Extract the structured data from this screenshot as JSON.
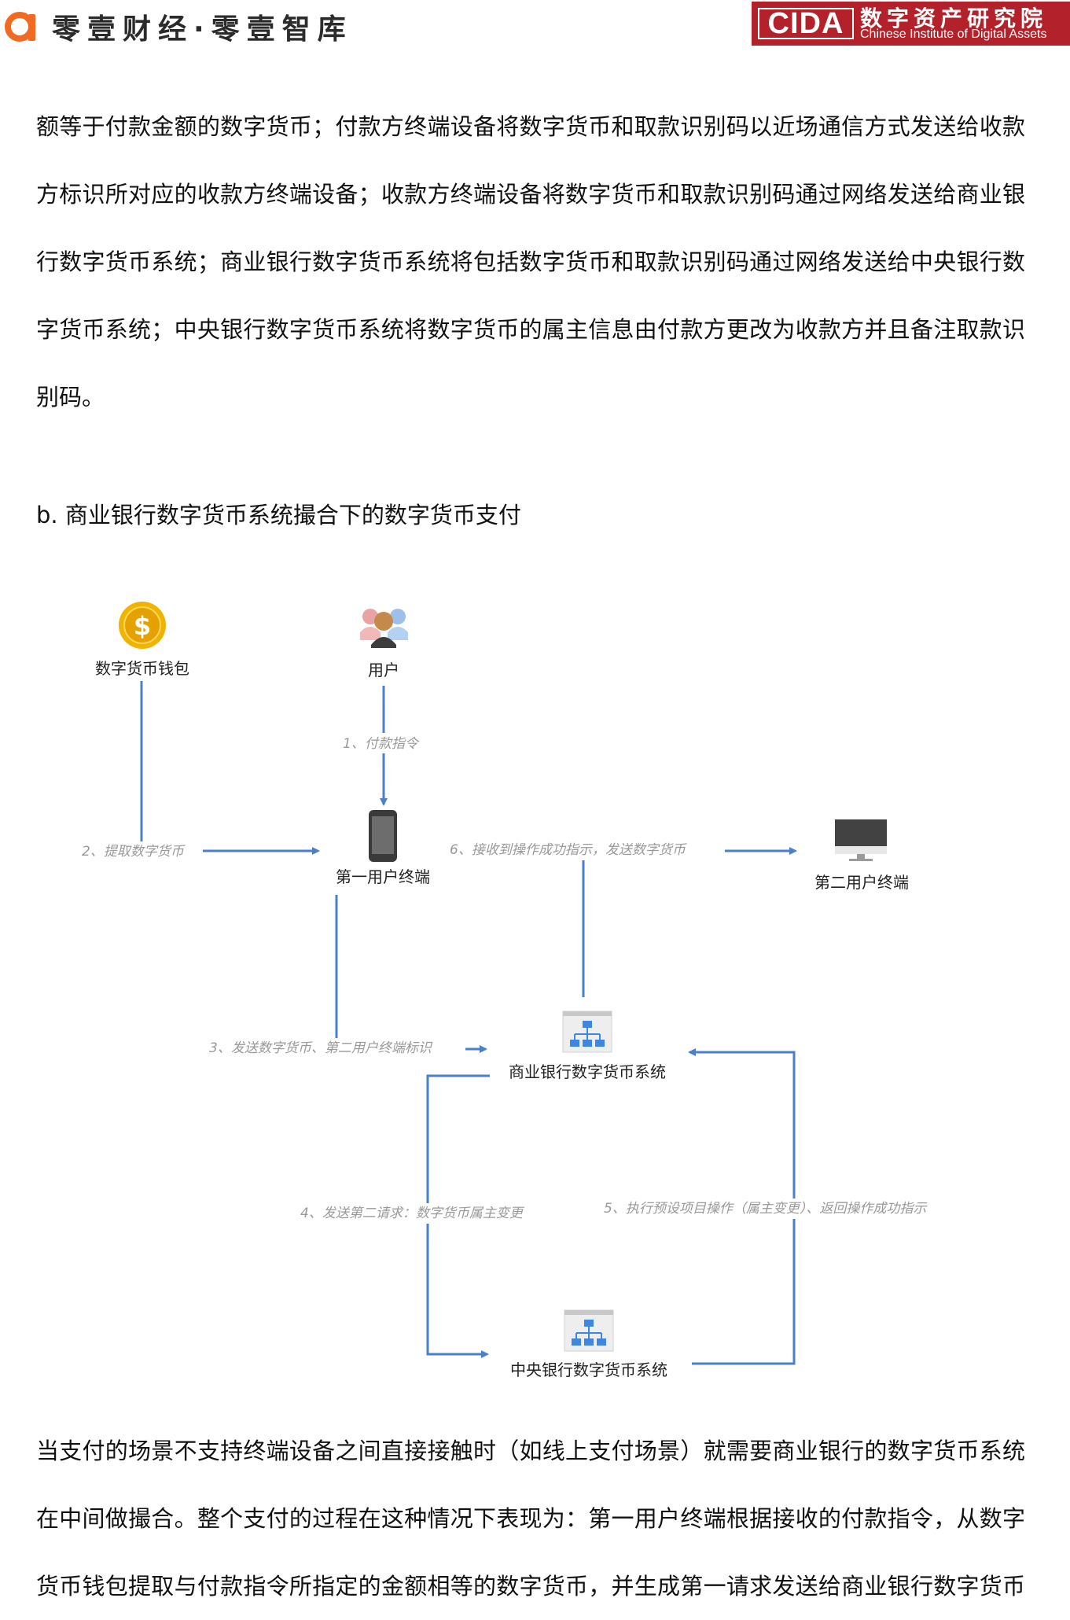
{
  "header": {
    "brand_name": "零壹财经·零壹智库",
    "partner_logo_text": "CIDA",
    "partner_name_cn": "数字资产研究院",
    "partner_name_en": "Chinese Institute of Digital Assets"
  },
  "intro_lines": [
    "额等于付款金额的数字货币；付款方终端设备将数字货币和取款识别码以近场通信方式发送给收款",
    "方标识所对应的收款方终端设备；收款方终端设备将数字货币和取款识别码通过网络发送给商业银",
    "行数字货币系统；商业银行数字货币系统将包括数字货币和取款识别码通过网络发送给中央银行数",
    "字货币系统；中央银行数字货币系统将数字货币的属主信息由付款方更改为收款方并且备注取款识",
    "别码。"
  ],
  "section_title": "b. 商业银行数字货币系统撮合下的数字货币支付",
  "diagram": {
    "nodes": {
      "wallet": {
        "label": "数字货币钱包",
        "icon": "dollar-coin-icon"
      },
      "user": {
        "label": "用户",
        "icon": "users-icon"
      },
      "first_terminal": {
        "label": "第一用户终端",
        "icon": "smartphone-icon"
      },
      "second_terminal": {
        "label": "第二用户终端",
        "icon": "monitor-icon"
      },
      "commercial_bank": {
        "label": "商业银行数字货币系统",
        "icon": "network-icon"
      },
      "central_bank": {
        "label": "中央银行数字货币系统",
        "icon": "network-icon"
      }
    },
    "steps": {
      "s1": "1、付款指令",
      "s2": "2、提取数字货币",
      "s3": "3、发送数字货币、第二用户终端标识",
      "s4": "4、发送第二请求：数字货币属主变更",
      "s5": "5、执行预设项目操作（属主变更）、返回操作成功指示",
      "s6": "6、接收到操作成功指示，发送数字货币"
    },
    "colors": {
      "arrow": "#4a7fcc",
      "coin": "#f0b400",
      "step_text": "#999999"
    }
  },
  "outro_lines": [
    "当支付的场景不支持终端设备之间直接接触时（如线上支付场景）就需要商业银行的数字货币系统",
    "在中间做撮合。整个支付的过程在这种情况下表现为：第一用户终端根据接收的付款指令，从数字",
    "货币钱包提取与付款指令所指定的金额相等的数字货币，并生成第一请求发送给商业银行数字货币"
  ]
}
